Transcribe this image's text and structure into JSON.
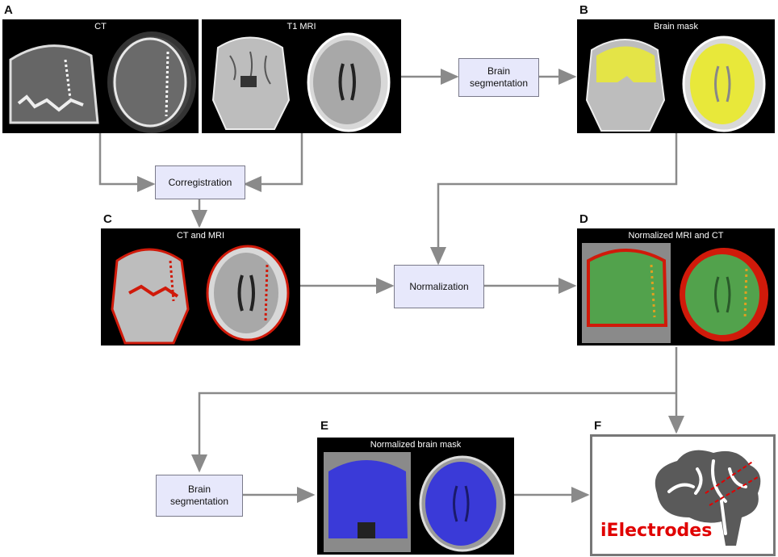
{
  "panels": {
    "a": {
      "letter": "A",
      "ct_title": "CT",
      "mri_title": "T1 MRI"
    },
    "b": {
      "letter": "B",
      "title": "Brain mask"
    },
    "c": {
      "letter": "C",
      "title": "CT and MRI"
    },
    "d": {
      "letter": "D",
      "title": "Normalized MRI and CT"
    },
    "e": {
      "letter": "E",
      "title": "Normalized brain mask"
    },
    "f": {
      "letter": "F",
      "logo_text": "iElectrodes"
    }
  },
  "steps": {
    "brain_segmentation_top": "Brain\nsegmentation",
    "coregistration": "Corregistration",
    "normalization": "Normalization",
    "brain_segmentation_bottom": "Brain\nsegmentation"
  },
  "colors": {
    "arrow": "#8a8a8a",
    "process_fill": "#e7e8fb",
    "mask_yellow": "#e8e83a",
    "mask_green": "#52a24c",
    "mask_blue": "#3a3ad8",
    "ct_red": "#d01a0a",
    "logo_red": "#e00000"
  }
}
